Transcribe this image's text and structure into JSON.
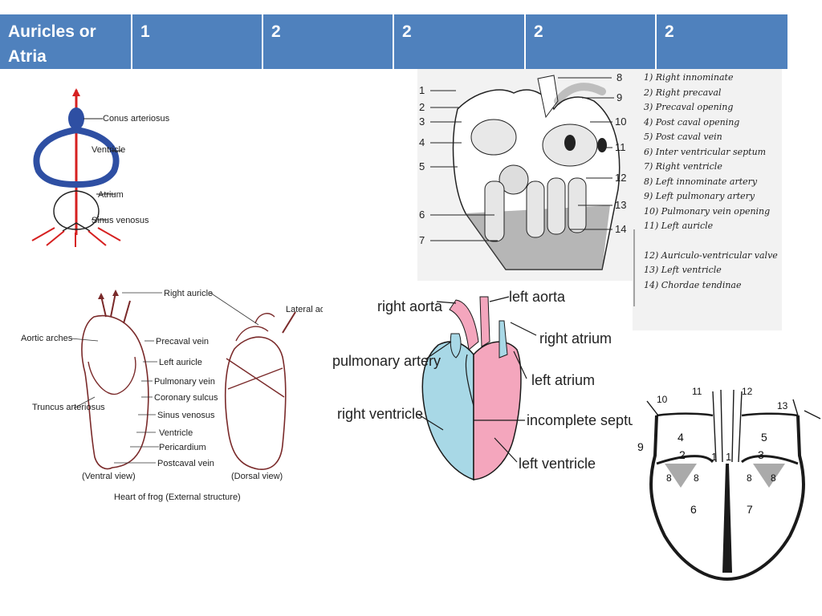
{
  "header": {
    "cells": [
      "Auricles or Atria",
      "1",
      "2",
      "2",
      "2",
      "2"
    ]
  },
  "fig1": {
    "labels": [
      "Conus arteriosus",
      "Ventricle",
      "Atrium",
      "Sinus venosus"
    ]
  },
  "fig2": {
    "numbers": [
      "1",
      "2",
      "3",
      "4",
      "5",
      "6",
      "7",
      "8",
      "9",
      "10",
      "11",
      "12",
      "13",
      "14"
    ],
    "key": [
      "1)  Right innominate",
      "2)  Right precaval",
      "3)  Precaval opening",
      "4)  Post caval opening",
      "5)  Post caval vein",
      "6)  Inter ventricular septum",
      "7)  Right ventricle",
      "8)  Left innominate artery",
      "9)  Left pulmonary artery",
      "10) Pulmonary vein opening",
      "11) Left auricle",
      "12)  Auriculo-ventricular valve",
      "13)  Left ventricle",
      "14)  Chordae tendinae"
    ]
  },
  "fig3": {
    "left_labels": [
      "Aortic arches",
      "Truncus arteriosus"
    ],
    "top_label": "Right auricle",
    "right_top": "Lateral aortae",
    "mid_labels": [
      "Precaval vein",
      "Left auricle",
      "Pulmonary vein",
      "Coronary sulcus",
      "Sinus venosus",
      "Ventricle",
      "Pericardium",
      "Postcaval vein"
    ],
    "views": [
      "(Ventral view)",
      "(Dorsal view)"
    ],
    "caption": "Heart of frog (External structure)"
  },
  "fig4": {
    "labels": [
      "right aorta",
      "left aorta",
      "right atrium",
      "pulmonary artery",
      "left atrium",
      "right ventricle",
      "incomplete septum",
      "left ventricle"
    ],
    "colors": {
      "blue": "#a8d8e6",
      "pink": "#f4a6bd",
      "outline": "#1a1a1a"
    }
  },
  "fig5": {
    "numbers": [
      "10",
      "11",
      "12",
      "13",
      "9",
      "4",
      "5",
      "2",
      "1",
      "1",
      "3",
      "8",
      "8",
      "8",
      "8",
      "6",
      "7"
    ]
  }
}
